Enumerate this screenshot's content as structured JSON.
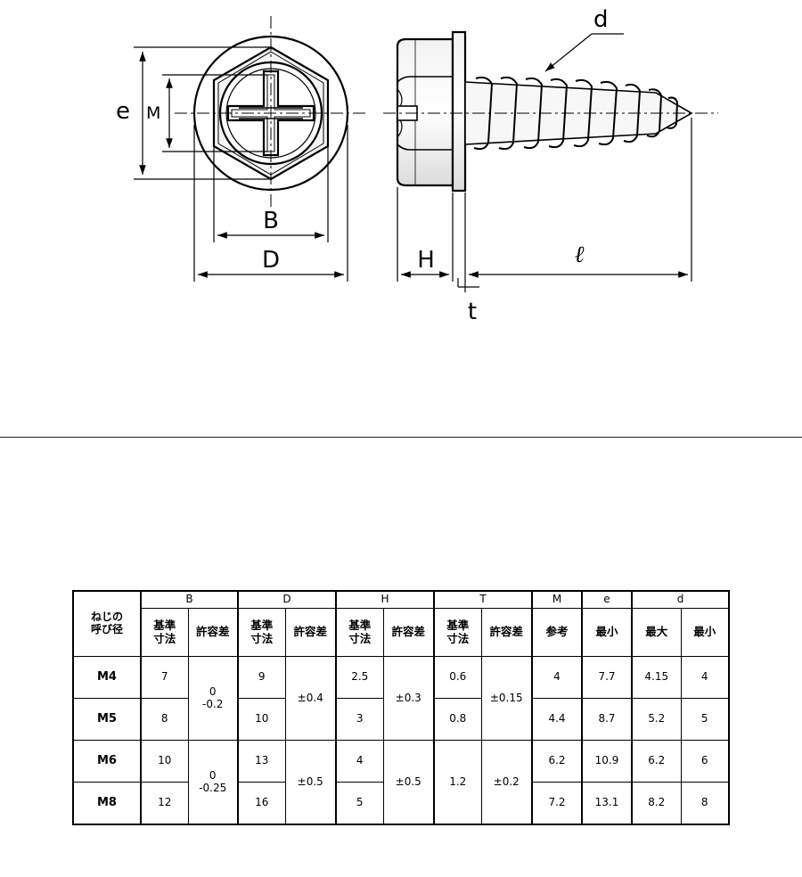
{
  "drawing": {
    "labels": {
      "e": "e",
      "M": "M",
      "B": "B",
      "D": "D",
      "H": "H",
      "l": "ℓ",
      "t": "t",
      "d": "d"
    }
  },
  "table": {
    "top_left": [
      "ねじの",
      "呼び径"
    ],
    "groups": [
      "B",
      "D",
      "H",
      "T",
      "M",
      "e",
      "d"
    ],
    "sub_headers": {
      "basic": [
        "基準",
        "寸法"
      ],
      "tolerance": "許容差",
      "reference": "参考",
      "minimum": "最小",
      "maximum": "最大"
    },
    "rows": [
      {
        "size": "M4",
        "B": "7",
        "D": "9",
        "H": "2.5",
        "T": "0.6",
        "M": "4",
        "e": "7.7",
        "d_max": "4.15",
        "d_min": "4"
      },
      {
        "size": "M5",
        "B": "8",
        "D": "10",
        "H": "3",
        "T": "0.8",
        "M": "4.4",
        "e": "8.7",
        "d_max": "5.2",
        "d_min": "5"
      },
      {
        "size": "M6",
        "B": "10",
        "D": "13",
        "H": "4",
        "T": "1.2",
        "M": "6.2",
        "e": "10.9",
        "d_max": "6.2",
        "d_min": "6"
      },
      {
        "size": "M8",
        "B": "12",
        "D": "16",
        "H": "5",
        "T": "1.2",
        "M": "7.2",
        "e": "13.1",
        "d_max": "8.2",
        "d_min": "8"
      }
    ],
    "tolerances": {
      "B_small": [
        "0",
        "-0.2"
      ],
      "B_large": [
        "0",
        "-0.25"
      ],
      "D_small": "±0.4",
      "D_large": "±0.5",
      "H_small": "±0.3",
      "H_large": "±0.5",
      "T_small": "±0.15",
      "T_large": "±0.2"
    }
  }
}
